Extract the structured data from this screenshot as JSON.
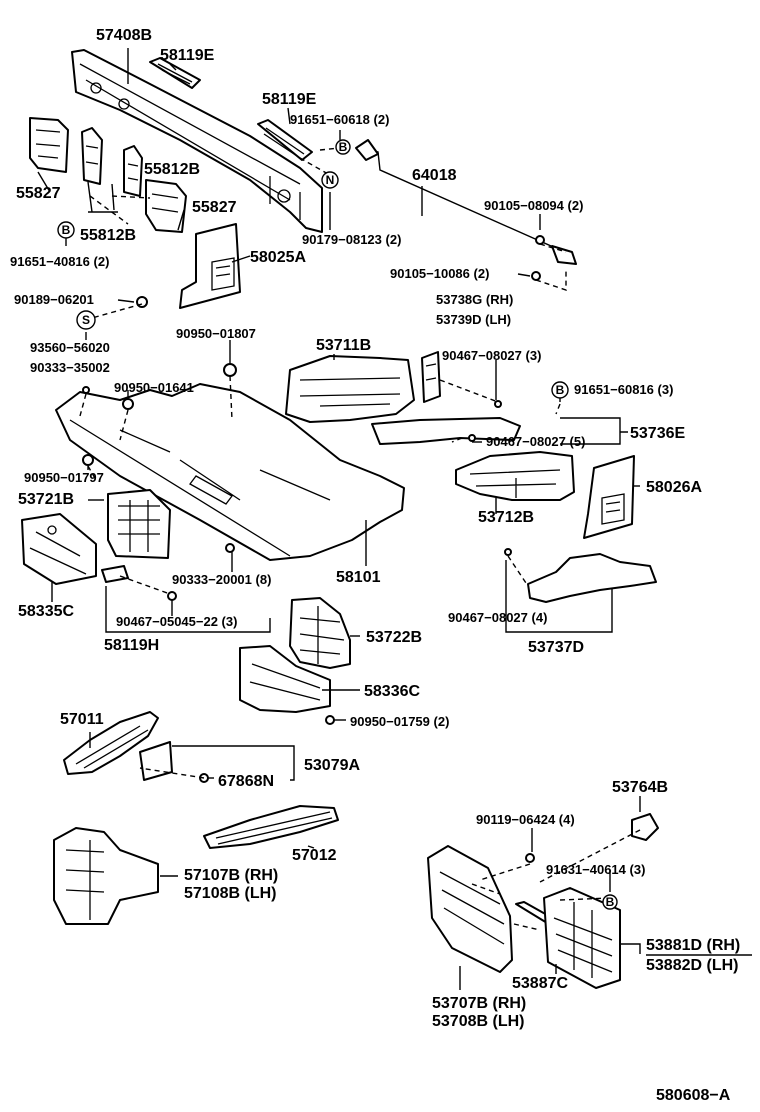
{
  "labels": {
    "p57408B": "57408B",
    "p58119E_a": "58119E",
    "p58119E_b": "58119E",
    "p91651_60618": "91651−60618 (2)",
    "p64018": "64018",
    "p90105_08094": "90105−08094 (2)",
    "p55827_a": "55827",
    "p55812B_a": "55812B",
    "p55827_b": "55827",
    "p55812B_b": "55812B",
    "p91651_40816": "91651−40816 (2)",
    "p90179_08123": "90179−08123 (2)",
    "p58025A": "58025A",
    "p90105_10086": "90105−10086 (2)",
    "p90189_06201": "90189−06201",
    "p53738G": "53738G (RH)",
    "p53739D": "53739D (LH)",
    "p93560_56020": "93560−56020",
    "p90333_35002": "90333−35002",
    "p90950_01807": "90950−01807",
    "p53711B": "53711B",
    "p90467_08027_3": "90467−08027 (3)",
    "p90950_01641": "90950−01641",
    "p91651_60816": "91651−60816 (3)",
    "p90467_08027_5": "90467−08027 (5)",
    "p53736E": "53736E",
    "p90950_01797": "90950−01797",
    "p53721B": "53721B",
    "p58026A": "58026A",
    "p53712B": "53712B",
    "p90333_20001": "90333−20001 (8)",
    "p58101": "58101",
    "p58335C": "58335C",
    "p90467_05045": "90467−05045−22 (3)",
    "p90467_08027_4": "90467−08027 (4)",
    "p58119H": "58119H",
    "p53737D": "53737D",
    "p53722B": "53722B",
    "p58336C": "58336C",
    "p90950_01759": "90950−01759 (2)",
    "p57011": "57011",
    "p53079A": "53079A",
    "p67868N": "67868N",
    "p53764B": "53764B",
    "p90119_06424": "90119−06424 (4)",
    "p57012": "57012",
    "p91631_40614": "91631−40614 (3)",
    "p57107B": "57107B (RH)",
    "p57108B": "57108B (LH)",
    "p53881D": "53881D (RH)",
    "p53882D": "53882D (LH)",
    "p53887C": "53887C",
    "p53707B": "53707B (RH)",
    "p53708B": "53708B (LH)",
    "figure_code": "580608−A"
  },
  "markers": {
    "b1": "B",
    "n1": "N",
    "b2": "B",
    "s1": "S",
    "b3": "B",
    "b4": "B"
  }
}
